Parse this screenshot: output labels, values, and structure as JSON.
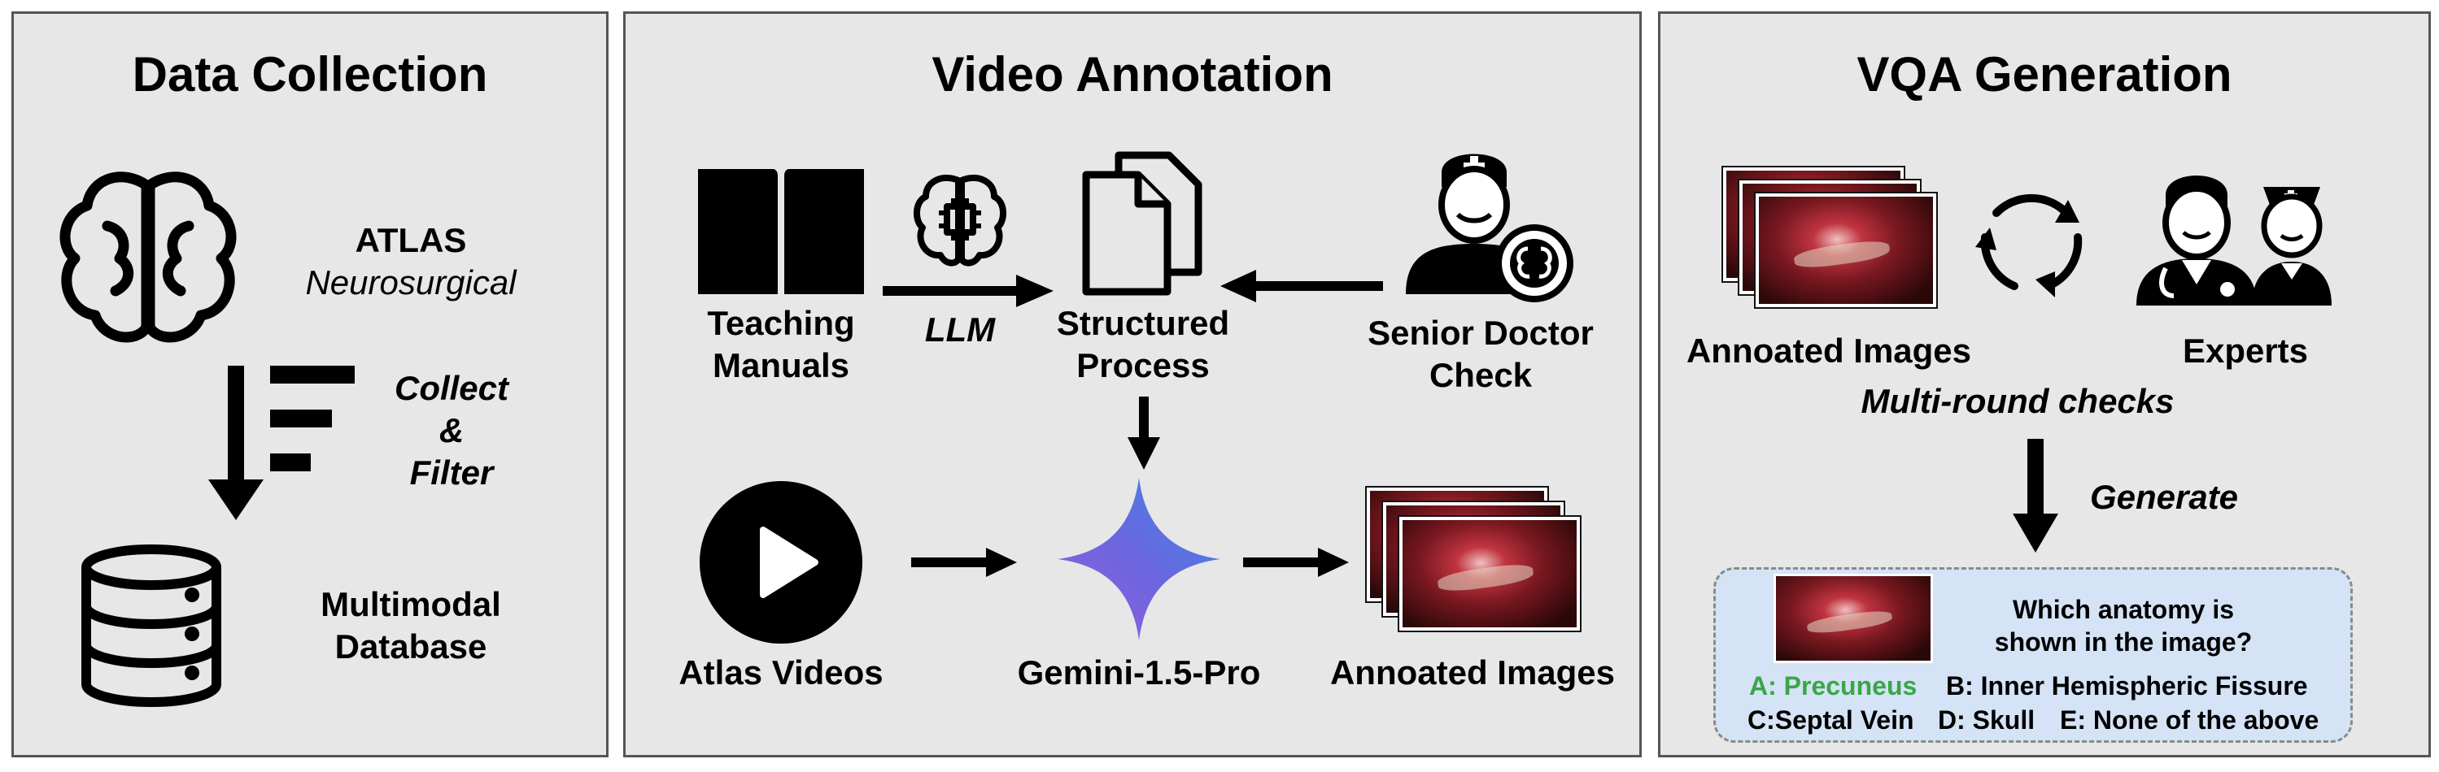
{
  "panels": {
    "data_collection": {
      "title": "Data Collection",
      "atlas": "ATLAS",
      "atlas_sub": "Neurosurgical",
      "collect": "Collect",
      "amp": "&",
      "filter": "Filter",
      "db1": "Multimodal",
      "db2": "Database"
    },
    "video_annotation": {
      "title": "Video Annotation",
      "teaching1": "Teaching",
      "teaching2": "Manuals",
      "llm": "LLM",
      "structured1": "Structured",
      "structured2": "Process",
      "senior1": "Senior Doctor",
      "senior2": "Check",
      "atlas_videos": "Atlas Videos",
      "gemini": "Gemini-1.5-Pro",
      "annotated": "Annoated Images"
    },
    "vqa_generation": {
      "title": "VQA Generation",
      "annotated": "Annoated Images",
      "experts": "Experts",
      "multiround": "Multi-round checks",
      "generate": "Generate",
      "question1": "Which anatomy is",
      "question2": "shown in the image?",
      "optA": "A: Precuneus",
      "optB": "B: Inner Hemispheric Fissure",
      "optC": "C:Septal Vein",
      "optD": "D: Skull",
      "optE": "E: None of the above"
    }
  },
  "colors": {
    "panel_bg": "#e7e7e7",
    "answer_green": "#3aa648",
    "vqa_box_bg": "#d4e3f5",
    "gemini_start": "#4a78e0",
    "gemini_end": "#9a5cd8"
  },
  "icons": [
    "brain-icon",
    "filter-arrow-icon",
    "database-icon",
    "book-icon",
    "chip-brain-icon",
    "documents-icon",
    "doctor-icon",
    "play-icon",
    "gemini-star-icon",
    "refresh-cycle-icon",
    "experts-icon"
  ]
}
